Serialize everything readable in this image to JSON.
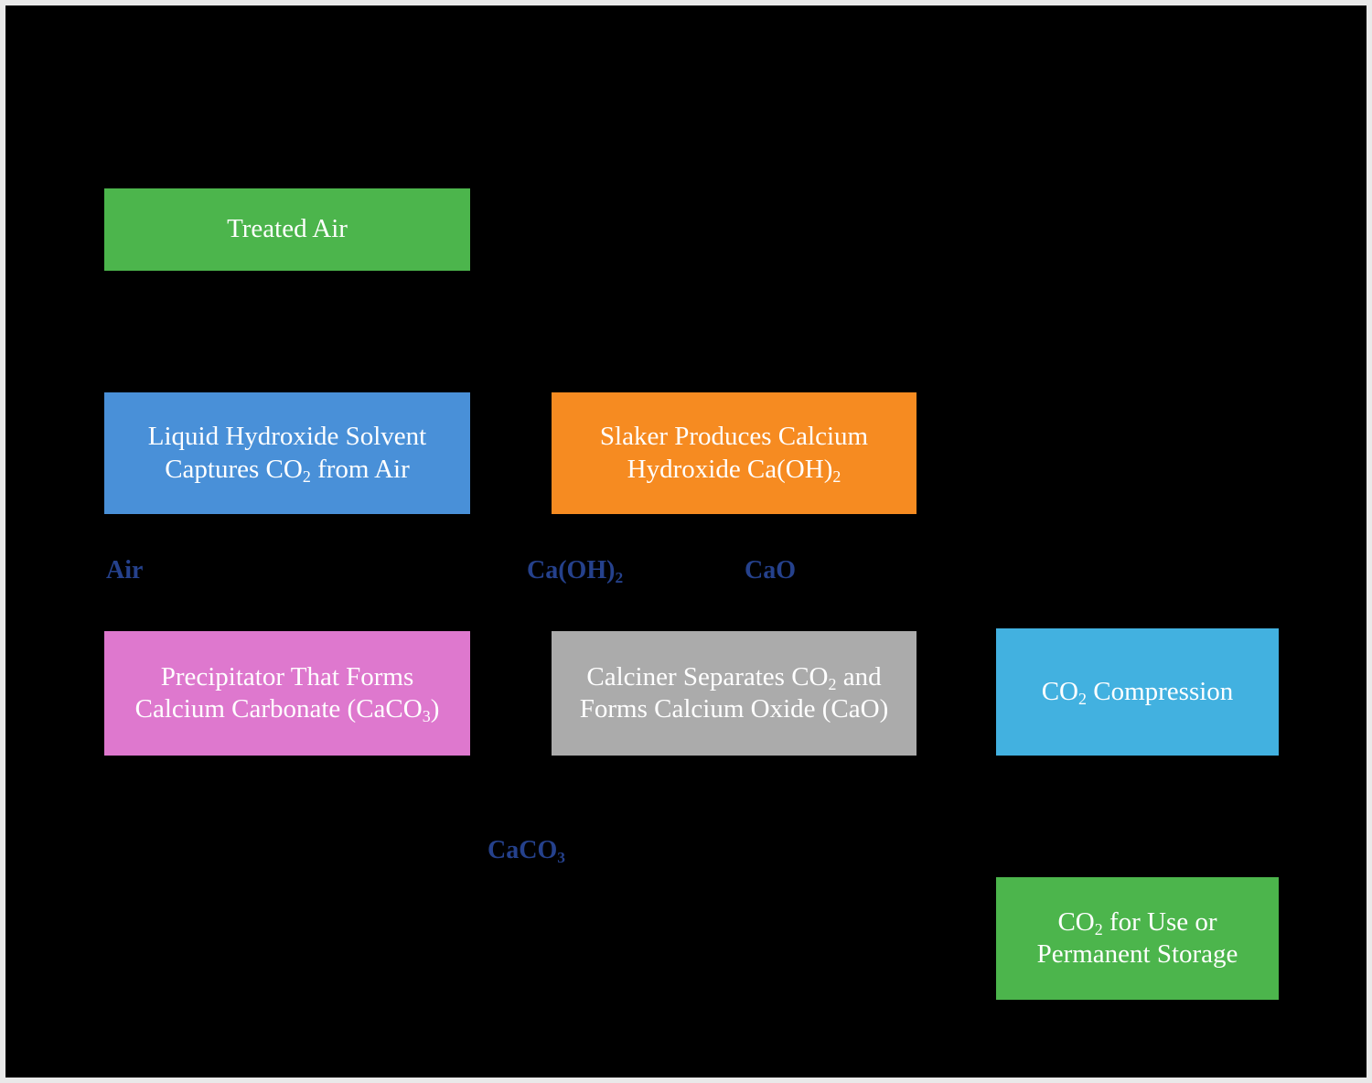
{
  "diagram": {
    "title": "Direct Air Capture Process Flow",
    "background_color": "#000000",
    "border_color": "#e9e9e9",
    "stream_label_color": "#25418C",
    "node_text_color": "#ffffff",
    "connector_color": "#000000"
  },
  "nodes": {
    "treated_air": {
      "label_part1": "Treated Air",
      "color": "#4CB54C"
    },
    "solvent_capture": {
      "line1": "Liquid Hydroxide Solvent",
      "line2_a": "Captures CO",
      "line2_sub": "2",
      "line2_b": " from Air",
      "color": "#4990D8"
    },
    "slaker": {
      "line1": "Slaker Produces Calcium",
      "line2_a": "Hydroxide Ca(OH)",
      "line2_sub": "2",
      "line2_b": "",
      "color": "#F68B21"
    },
    "precipitator": {
      "line1": "Precipitator That Forms",
      "line2_a": "Calcium Carbonate (CaCO",
      "line2_sub": "3",
      "line2_b": ")",
      "color": "#DE78CE"
    },
    "calciner": {
      "line1_a": "Calciner Separates CO",
      "line1_sub": "2",
      "line1_b": " and",
      "line2": "Forms Calcium Oxide (CaO)",
      "color": "#ABABAB"
    },
    "co2_compression": {
      "line1_a": "CO",
      "line1_sub": "2",
      "line1_b": " Compression",
      "color": "#42B1E0"
    },
    "co2_storage": {
      "line1_a": "CO",
      "line1_sub": "2",
      "line1_b": " for Use or",
      "line2": "Permanent Storage",
      "color": "#4CB54C"
    }
  },
  "stream_labels": {
    "air": {
      "text_a": "Air",
      "sub": "",
      "text_b": ""
    },
    "caoh2": {
      "text_a": "Ca(OH)",
      "sub": "2",
      "text_b": ""
    },
    "cao": {
      "text_a": "CaO",
      "sub": "",
      "text_b": ""
    },
    "caco3": {
      "text_a": "CaCO",
      "sub": "3",
      "text_b": ""
    }
  }
}
